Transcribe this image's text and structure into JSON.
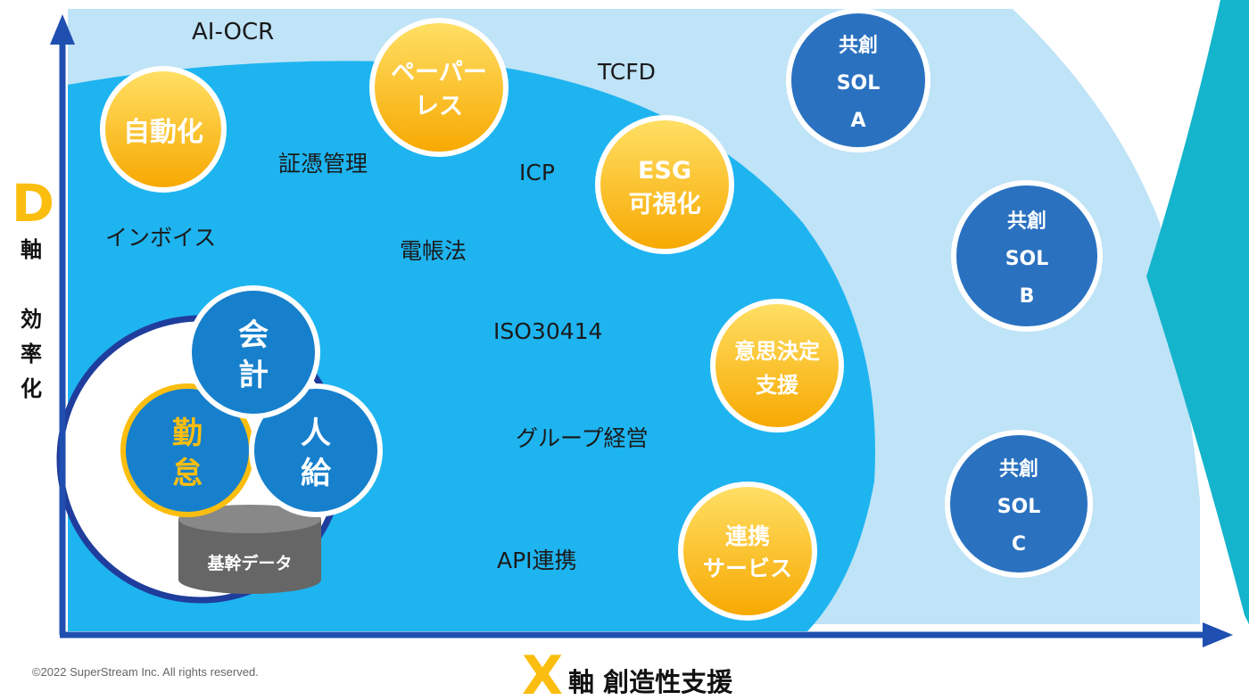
{
  "colors": {
    "light_region": "#bfe3f7",
    "inner_region": "#1eb4f0",
    "axis": "#1f4fb0",
    "yellow": "#fbbe0f",
    "blue_circle": "#1780cc",
    "dark_blue_circle": "#2a72c0",
    "teal_arrow": "#14b4cc",
    "core_ring": "#1f3d9c",
    "db": "#666666"
  },
  "y_axis": {
    "letter": "D",
    "label_1": "軸",
    "label_2": "効",
    "label_3": "率",
    "label_4": "化"
  },
  "x_axis": {
    "letter": "X",
    "label": "軸 創造性支援"
  },
  "terms": {
    "aiocr": "AI-OCR",
    "tcfd": "TCFD",
    "shohyo": "証憑管理",
    "icp": "ICP",
    "invoice": "インボイス",
    "denchoho": "電帳法",
    "iso": "ISO30414",
    "group": "グループ経営",
    "api": "API連携"
  },
  "yellow_circles": {
    "jidoka": "自動化",
    "paperless_1": "ペーパー",
    "paperless_2": "レス",
    "esg_1": "ESG",
    "esg_2": "可視化",
    "ishi_1": "意思決定",
    "ishi_2": "支援",
    "renkei_1": "連携",
    "renkei_2": "サービス"
  },
  "core": {
    "kaikei_1": "会",
    "kaikei_2": "計",
    "kintai_1": "勤",
    "kintai_2": "怠",
    "jinkyu_1": "人",
    "jinkyu_2": "給",
    "database": "基幹データ"
  },
  "sol_circles": {
    "a_1": "共創",
    "a_2": "SOL",
    "a_3": "A",
    "b_1": "共創",
    "b_2": "SOL",
    "b_3": "B",
    "c_1": "共創",
    "c_2": "SOL",
    "c_3": "C"
  },
  "footer": {
    "copyright": "©2022  SuperStream Inc. All rights reserved."
  }
}
